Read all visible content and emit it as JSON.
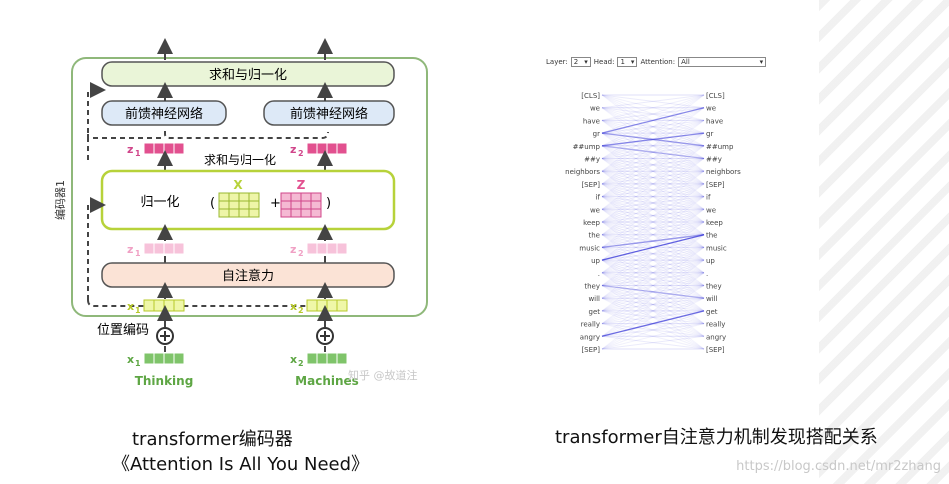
{
  "encoder": {
    "side_label": "编码器1",
    "add_norm_top": "求和与归一化",
    "ffn_left": "前馈神经网络",
    "ffn_right": "前馈神经网络",
    "z1": "z",
    "z1_sub": "1",
    "z2": "z",
    "z2_sub": "2",
    "add_norm_mid": "求和与归一化",
    "norm_label": "归一化",
    "x_label": "X",
    "z_label": "Z",
    "paren_open": "(",
    "paren_close": ")",
    "plus": "+",
    "self_attention": "自注意力",
    "x1": "x",
    "x1_sub": "1",
    "x2": "x",
    "x2_sub": "2",
    "pos_encoding": "位置编码",
    "word_left": "Thinking",
    "word_right": "Machines",
    "zhihu_watermark": "知乎 @故道注"
  },
  "attention_viz": {
    "layer_label": "Layer:",
    "layer_value": "2",
    "head_label": "Head:",
    "head_value": "1",
    "attention_label": "Attention:",
    "attention_value": "All",
    "tokens": [
      "[CLS]",
      "we",
      "have",
      "gr",
      "##ump",
      "##y",
      "neighbors",
      "[SEP]",
      "if",
      "we",
      "keep",
      "the",
      "music",
      "up",
      ".",
      "they",
      "will",
      "get",
      "really",
      "angry",
      "[SEP]"
    ],
    "line_color": "#3a3ad8"
  },
  "captions": {
    "left_line1": "transformer编码器",
    "left_line2": "《Attention Is All You Need》",
    "right": "transformer自注意力机制发现搭配关系"
  },
  "watermark": "https://blog.csdn.net/mr2zhang"
}
